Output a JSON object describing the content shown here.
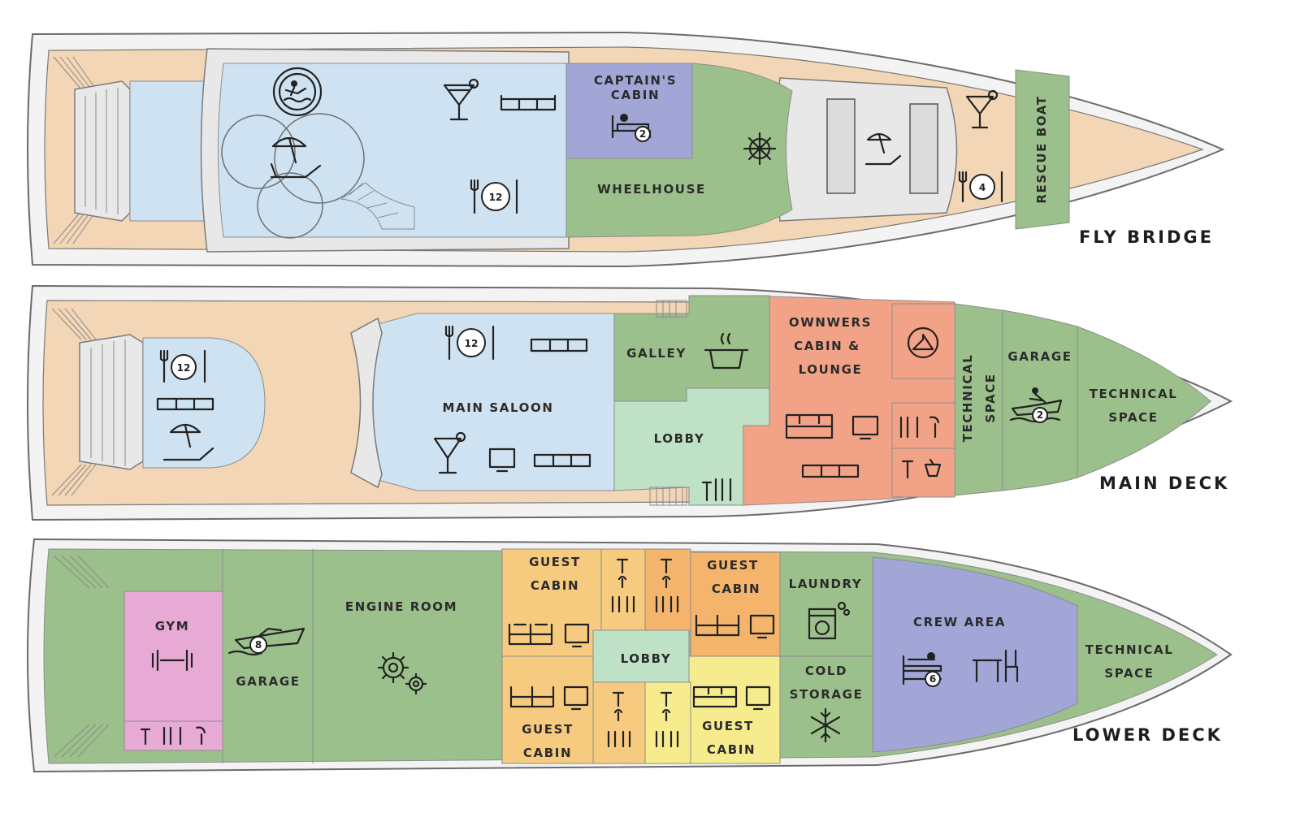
{
  "decks": {
    "fly_bridge": {
      "title": "FLY BRIDGE",
      "rooms": {
        "captains_cabin": [
          "CAPTAIN'S",
          "CABIN"
        ],
        "wheelhouse": "WHEELHOUSE",
        "rescue_boat": "RESCUE BOAT"
      },
      "badges": {
        "dining_main": "12",
        "captains_bed": "2",
        "dining_fore": "4"
      }
    },
    "main_deck": {
      "title": "MAIN DECK",
      "rooms": {
        "main_saloon": "MAIN SALOON",
        "galley": "GALLEY",
        "lobby": "LOBBY",
        "owners_cabin": [
          "OWNWERS",
          "CABIN &",
          "LOUNGE"
        ],
        "technical_space_vertical": [
          "TECHNICAL",
          "SPACE"
        ],
        "garage": "GARAGE",
        "technical_space": [
          "TECHNICAL",
          "SPACE"
        ]
      },
      "badges": {
        "dining_aft": "12",
        "dining_saloon": "12",
        "jetski": "2"
      }
    },
    "lower_deck": {
      "title": "LOWER DECK",
      "rooms": {
        "gym": "GYM",
        "garage": "GARAGE",
        "engine_room": "ENGINE ROOM",
        "guest_cabin_1": [
          "GUEST",
          "CABIN"
        ],
        "guest_cabin_2": [
          "GUEST",
          "CABIN"
        ],
        "guest_cabin_3": [
          "GUEST",
          "CABIN"
        ],
        "guest_cabin_4": [
          "GUEST",
          "CABIN"
        ],
        "lobby": "LOBBY",
        "laundry": "LAUNDRY",
        "cold_storage": [
          "COLD",
          "STORAGE"
        ],
        "crew_area": "CREW AREA",
        "technical_space": [
          "TECHNICAL",
          "SPACE"
        ]
      },
      "badges": {
        "tender": "8",
        "crew_beds": "6"
      }
    }
  },
  "colors": {
    "teak": "#f2d6b6",
    "blue": "#cfe2f1",
    "green": "#9cc08b",
    "lavender": "#a1a6d6",
    "salmon": "#f2a387",
    "light_green": "#bfe1c5",
    "orange_light": "#f6cb7f",
    "orange": "#f5b46c",
    "yellow": "#f6ec8e",
    "pink": "#e7aad5"
  }
}
